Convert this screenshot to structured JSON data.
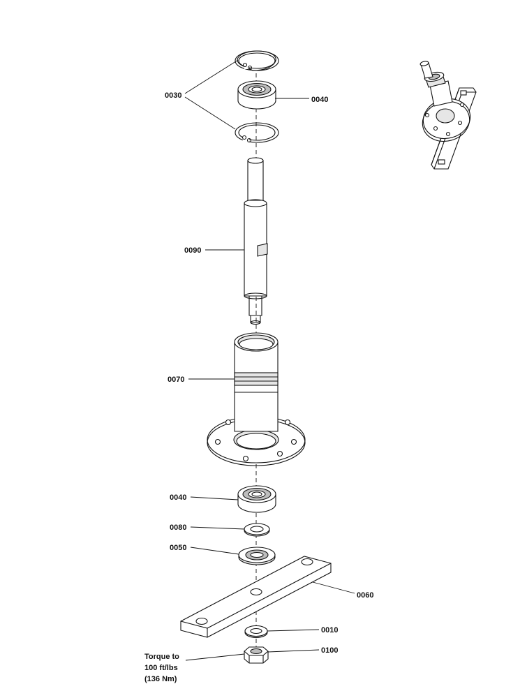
{
  "labels": {
    "p0030": "0030",
    "p0040_top": "0040",
    "p0090": "0090",
    "p0070": "0070",
    "p0040_bottom": "0040",
    "p0080": "0080",
    "p0050": "0050",
    "p0060": "0060",
    "p0010": "0010",
    "p0100": "0100"
  },
  "torque_note": {
    "line1": "Torque to",
    "line2": "100 ft/lbs",
    "line3": "(136 Nm)"
  },
  "colors": {
    "ink": "#111111",
    "shade": "#bdbdbd",
    "light": "#e6e6e6",
    "paper": "#ffffff"
  }
}
